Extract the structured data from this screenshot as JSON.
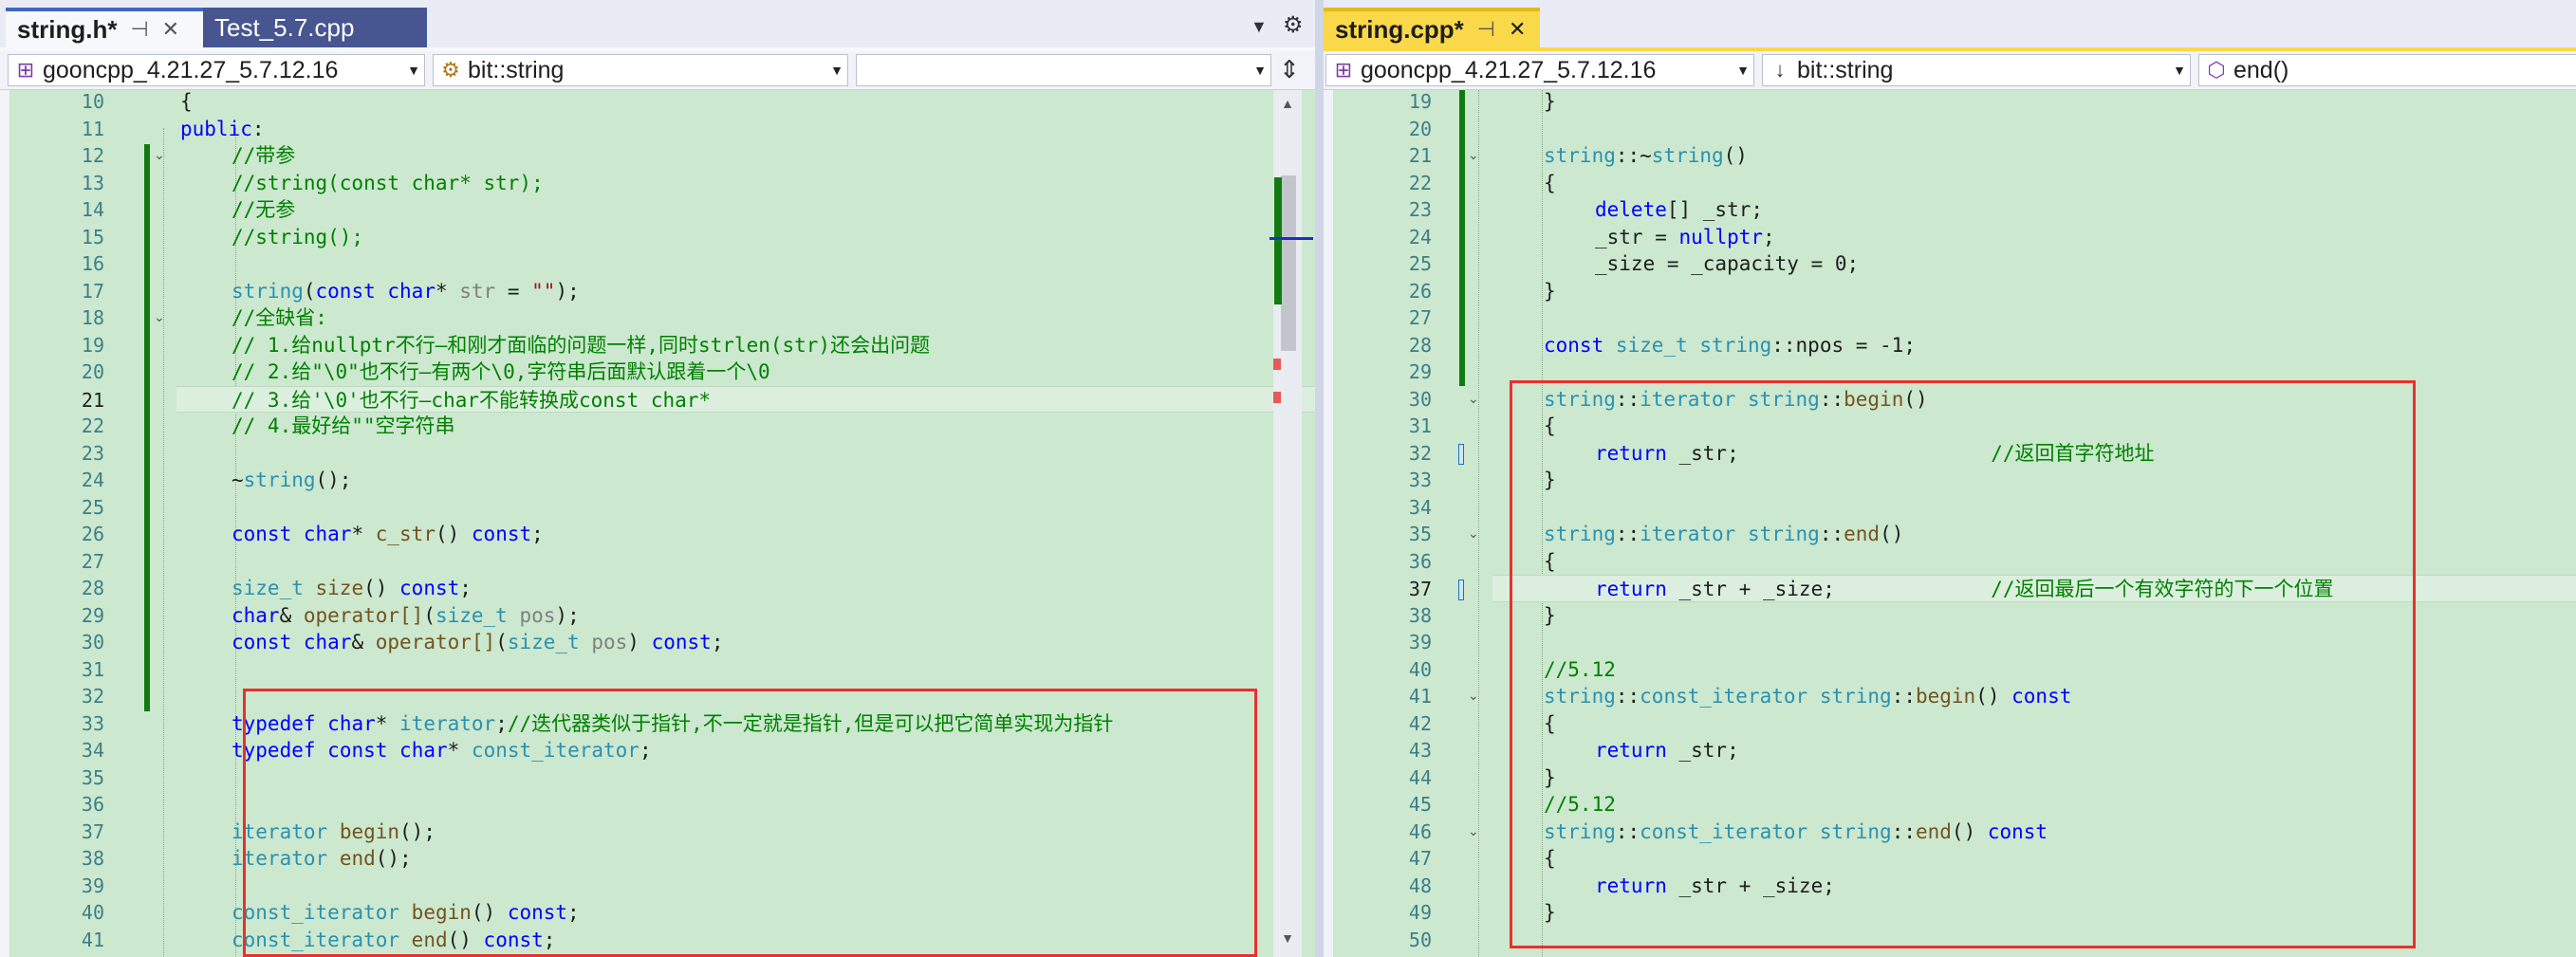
{
  "left": {
    "tabs": [
      {
        "label": "string.h*",
        "active": true
      },
      {
        "label": "Test_5.7.cpp",
        "active": false
      }
    ],
    "nav": {
      "project": "gooncpp_4.21.27_5.7.12.16",
      "scope": "bit::string",
      "member": ""
    },
    "lines": [
      {
        "n": "10",
        "t": [
          [
            "{"
          ]
        ]
      },
      {
        "n": "11",
        "t": [
          [
            "public",
            "kw"
          ],
          [
            ":"
          ]
        ]
      },
      {
        "n": "12",
        "t": [
          [
            "//带参",
            "cm"
          ]
        ]
      },
      {
        "n": "13",
        "t": [
          [
            "//string(const char* str);",
            "cm"
          ]
        ]
      },
      {
        "n": "14",
        "t": [
          [
            "//无参",
            "cm"
          ]
        ]
      },
      {
        "n": "15",
        "t": [
          [
            "//string();",
            "cm"
          ]
        ]
      },
      {
        "n": "16",
        "t": []
      },
      {
        "n": "17",
        "t": [
          [
            "string",
            "ty"
          ],
          [
            "("
          ],
          [
            "const",
            "kw"
          ],
          [
            " "
          ],
          [
            "char",
            "kw"
          ],
          [
            "* "
          ],
          [
            "str",
            "pr"
          ],
          [
            " = "
          ],
          [
            "\"\"",
            "st"
          ],
          [
            ");"
          ]
        ]
      },
      {
        "n": "18",
        "t": [
          [
            "//全缺省:",
            "cm"
          ]
        ]
      },
      {
        "n": "19",
        "t": [
          [
            "// 1.给nullptr不行—和刚才面临的问题一样,同时strlen(str)还会出问题",
            "cm"
          ]
        ]
      },
      {
        "n": "20",
        "t": [
          [
            "// 2.给\"\\0\"也不行—有两个\\0,字符串后面默认跟着一个\\0",
            "cm"
          ]
        ]
      },
      {
        "n": "21",
        "t": [
          [
            "// 3.给'\\0'也不行—char不能转换成const char*",
            "cm"
          ]
        ]
      },
      {
        "n": "22",
        "t": [
          [
            "// 4.最好给\"\"空字符串",
            "cm"
          ]
        ]
      },
      {
        "n": "23",
        "t": []
      },
      {
        "n": "24",
        "t": [
          [
            "~"
          ],
          [
            "string",
            "ty"
          ],
          [
            "();"
          ]
        ]
      },
      {
        "n": "25",
        "t": []
      },
      {
        "n": "26",
        "t": [
          [
            "const",
            "kw"
          ],
          [
            " "
          ],
          [
            "char",
            "kw"
          ],
          [
            "* "
          ],
          [
            "c_str",
            "fn"
          ],
          [
            "() "
          ],
          [
            "const",
            "kw"
          ],
          [
            ";"
          ]
        ]
      },
      {
        "n": "27",
        "t": []
      },
      {
        "n": "28",
        "t": [
          [
            "size_t",
            "ty"
          ],
          [
            " "
          ],
          [
            "size",
            "fn"
          ],
          [
            "() "
          ],
          [
            "const",
            "kw"
          ],
          [
            ";"
          ]
        ]
      },
      {
        "n": "29",
        "t": [
          [
            "char",
            "kw"
          ],
          [
            "& "
          ],
          [
            "operator[]",
            "fn"
          ],
          [
            "("
          ],
          [
            "size_t",
            "ty"
          ],
          [
            " "
          ],
          [
            "pos",
            "pr"
          ],
          [
            ");"
          ]
        ]
      },
      {
        "n": "30",
        "t": [
          [
            "const",
            "kw"
          ],
          [
            " "
          ],
          [
            "char",
            "kw"
          ],
          [
            "& "
          ],
          [
            "operator[]",
            "fn"
          ],
          [
            "("
          ],
          [
            "size_t",
            "ty"
          ],
          [
            " "
          ],
          [
            "pos",
            "pr"
          ],
          [
            ") "
          ],
          [
            "const",
            "kw"
          ],
          [
            ";"
          ]
        ]
      },
      {
        "n": "31",
        "t": []
      },
      {
        "n": "32",
        "t": []
      },
      {
        "n": "33",
        "t": [
          [
            "typedef",
            "kw"
          ],
          [
            " "
          ],
          [
            "char",
            "kw"
          ],
          [
            "* "
          ],
          [
            "iterator",
            "ty"
          ],
          [
            ";"
          ],
          [
            "//迭代器类似于指针,不一定就是指针,但是可以把它简单实现为指针",
            "cm"
          ]
        ]
      },
      {
        "n": "34",
        "t": [
          [
            "typedef",
            "kw"
          ],
          [
            " "
          ],
          [
            "const",
            "kw"
          ],
          [
            " "
          ],
          [
            "char",
            "kw"
          ],
          [
            "* "
          ],
          [
            "const_iterator",
            "ty"
          ],
          [
            ";"
          ]
        ]
      },
      {
        "n": "35",
        "t": []
      },
      {
        "n": "36",
        "t": []
      },
      {
        "n": "37",
        "t": [
          [
            "iterator",
            "ty"
          ],
          [
            " "
          ],
          [
            "begin",
            "fn"
          ],
          [
            "();"
          ]
        ]
      },
      {
        "n": "38",
        "t": [
          [
            "iterator",
            "ty"
          ],
          [
            " "
          ],
          [
            "end",
            "fn"
          ],
          [
            "();"
          ]
        ]
      },
      {
        "n": "39",
        "t": []
      },
      {
        "n": "40",
        "t": [
          [
            "const_iterator",
            "ty"
          ],
          [
            " "
          ],
          [
            "begin",
            "fn"
          ],
          [
            "() "
          ],
          [
            "const",
            "kw"
          ],
          [
            ";"
          ]
        ]
      },
      {
        "n": "41",
        "t": [
          [
            "const_iterator",
            "ty"
          ],
          [
            " "
          ],
          [
            "end",
            "fn"
          ],
          [
            "() "
          ],
          [
            "const",
            "kw"
          ],
          [
            ";"
          ]
        ]
      }
    ]
  },
  "right": {
    "tabs": [
      {
        "label": "string.cpp*",
        "active": true
      }
    ],
    "nav": {
      "project": "gooncpp_4.21.27_5.7.12.16",
      "scope": "bit::string",
      "member": "end()"
    },
    "lines": [
      {
        "n": "19",
        "t": [
          [
            "}"
          ]
        ]
      },
      {
        "n": "20",
        "t": []
      },
      {
        "n": "21",
        "t": [
          [
            "string",
            "ty"
          ],
          [
            "::~"
          ],
          [
            "string",
            "ty"
          ],
          [
            "()"
          ]
        ]
      },
      {
        "n": "22",
        "t": [
          [
            "{"
          ]
        ]
      },
      {
        "n": "23",
        "t": [
          [
            "delete",
            "kw"
          ],
          [
            "[] _str;"
          ]
        ]
      },
      {
        "n": "24",
        "t": [
          [
            "_str = "
          ],
          [
            "nullptr",
            "kw"
          ],
          [
            ";"
          ]
        ]
      },
      {
        "n": "25",
        "t": [
          [
            "_size = _capacity = 0;"
          ]
        ]
      },
      {
        "n": "26",
        "t": [
          [
            "}"
          ]
        ]
      },
      {
        "n": "27",
        "t": []
      },
      {
        "n": "28",
        "t": [
          [
            "const",
            "kw"
          ],
          [
            " "
          ],
          [
            "size_t",
            "ty"
          ],
          [
            " "
          ],
          [
            "string",
            "ty"
          ],
          [
            "::npos = -1;"
          ]
        ]
      },
      {
        "n": "29",
        "t": []
      },
      {
        "n": "30",
        "t": [
          [
            "string",
            "ty"
          ],
          [
            "::"
          ],
          [
            "iterator",
            "ty"
          ],
          [
            " "
          ],
          [
            "string",
            "ty"
          ],
          [
            "::"
          ],
          [
            "begin",
            "fn"
          ],
          [
            "()"
          ]
        ]
      },
      {
        "n": "31",
        "t": [
          [
            "{"
          ]
        ]
      },
      {
        "n": "32",
        "t": [
          [
            "return",
            "kw"
          ],
          [
            " _str;                     "
          ],
          [
            "//返回首字符地址",
            "cm"
          ]
        ]
      },
      {
        "n": "33",
        "t": [
          [
            "}"
          ]
        ]
      },
      {
        "n": "34",
        "t": []
      },
      {
        "n": "35",
        "t": [
          [
            "string",
            "ty"
          ],
          [
            "::"
          ],
          [
            "iterator",
            "ty"
          ],
          [
            " "
          ],
          [
            "string",
            "ty"
          ],
          [
            "::"
          ],
          [
            "end",
            "fn"
          ],
          [
            "()"
          ]
        ]
      },
      {
        "n": "36",
        "t": [
          [
            "{"
          ]
        ]
      },
      {
        "n": "37",
        "t": [
          [
            "return",
            "kw"
          ],
          [
            " _str + _size;             "
          ],
          [
            "//返回最后一个有效字符的下一个位置",
            "cm"
          ]
        ]
      },
      {
        "n": "38",
        "t": [
          [
            "}"
          ]
        ]
      },
      {
        "n": "39",
        "t": []
      },
      {
        "n": "40",
        "t": [
          [
            "//5.12",
            "cm"
          ]
        ]
      },
      {
        "n": "41",
        "t": [
          [
            "string",
            "ty"
          ],
          [
            "::"
          ],
          [
            "const_iterator",
            "ty"
          ],
          [
            " "
          ],
          [
            "string",
            "ty"
          ],
          [
            "::"
          ],
          [
            "begin",
            "fn"
          ],
          [
            "() "
          ],
          [
            "const",
            "kw"
          ]
        ]
      },
      {
        "n": "42",
        "t": [
          [
            "{"
          ]
        ]
      },
      {
        "n": "43",
        "t": [
          [
            "return",
            "kw"
          ],
          [
            " _str;"
          ]
        ]
      },
      {
        "n": "44",
        "t": [
          [
            "}"
          ]
        ]
      },
      {
        "n": "45",
        "t": [
          [
            "//5.12",
            "cm"
          ]
        ]
      },
      {
        "n": "46",
        "t": [
          [
            "string",
            "ty"
          ],
          [
            "::"
          ],
          [
            "const_iterator",
            "ty"
          ],
          [
            " "
          ],
          [
            "string",
            "ty"
          ],
          [
            "::"
          ],
          [
            "end",
            "fn"
          ],
          [
            "() "
          ],
          [
            "const",
            "kw"
          ]
        ]
      },
      {
        "n": "47",
        "t": [
          [
            "{"
          ]
        ]
      },
      {
        "n": "48",
        "t": [
          [
            "return",
            "kw"
          ],
          [
            " _str + _size;"
          ]
        ]
      },
      {
        "n": "49",
        "t": [
          [
            "}"
          ]
        ]
      },
      {
        "n": "50",
        "t": []
      }
    ]
  },
  "colors": {
    "editor_bg": "#cce8cf",
    "keyword": "#0000ff",
    "type": "#2b91af",
    "comment": "#008000",
    "string": "#a31515",
    "function": "#74531f",
    "highlight_box": "#e8312f"
  },
  "icons": {
    "pin": "pin-icon",
    "close": "close-icon",
    "dropdown": "chevron-down-icon",
    "settings": "gear-icon",
    "split": "split-icon",
    "class": "class-icon",
    "project": "project-icon",
    "method": "method-icon"
  }
}
